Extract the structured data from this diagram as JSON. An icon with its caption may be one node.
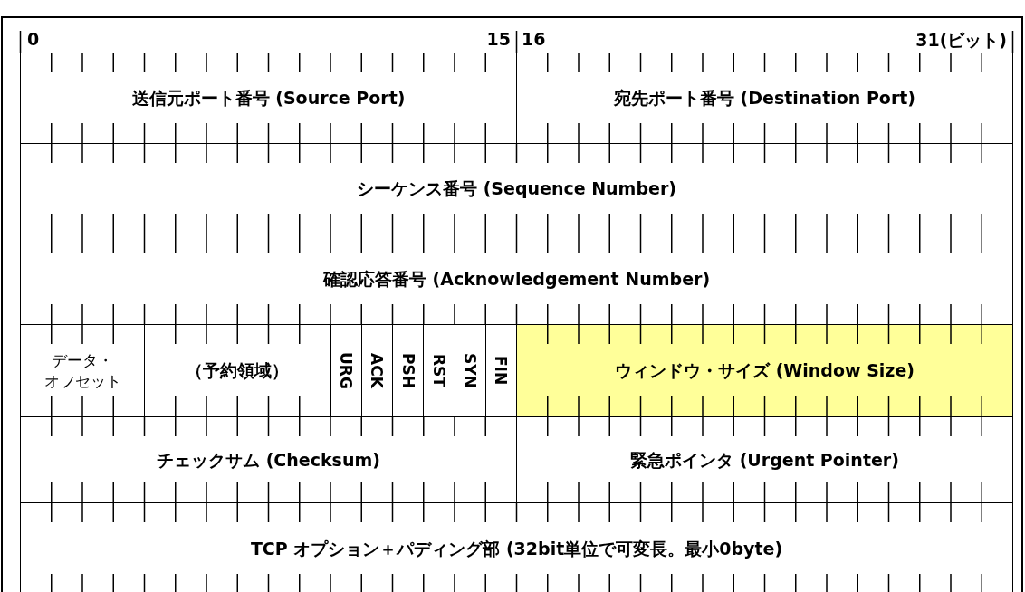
{
  "diagram": {
    "nodes": [
      {
        "text": [
          "送信元ポート番号 (Source Port)"
        ]
      },
      {
        "text": [
          "宛先ポート番号 (Destination Port)"
        ]
      },
      {
        "text": [
          "シーケンス番号 (Sequence Number)"
        ]
      },
      {
        "text": [
          "確認応答番号 (Acknowledgement Number)"
        ]
      },
      {
        "text": [
          "データ・オフセット"
        ]
      },
      {
        "text": [
          "（予約領域）"
        ]
      },
      {
        "text": [
          "URG"
        ]
      },
      {
        "text": [
          "ACK"
        ]
      },
      {
        "text": [
          "PSH"
        ]
      },
      {
        "text": [
          "RST"
        ]
      },
      {
        "text": [
          "SYN"
        ]
      },
      {
        "text": [
          "FIN"
        ]
      },
      {
        "text": [
          "ウィンドウ・サイズ (Window Size)"
        ]
      },
      {
        "text": [
          "チェックサム (Checksum)"
        ]
      },
      {
        "text": [
          "緊急ポインタ (Urgent Pointer)"
        ]
      },
      {
        "text": [
          "TCP オプション＋パディング部 (32bit単位で可変長。最小0byte)"
        ]
      }
    ],
    "labels": [
      "0",
      "15",
      "16",
      "31(ビット)"
    ]
  }
}
